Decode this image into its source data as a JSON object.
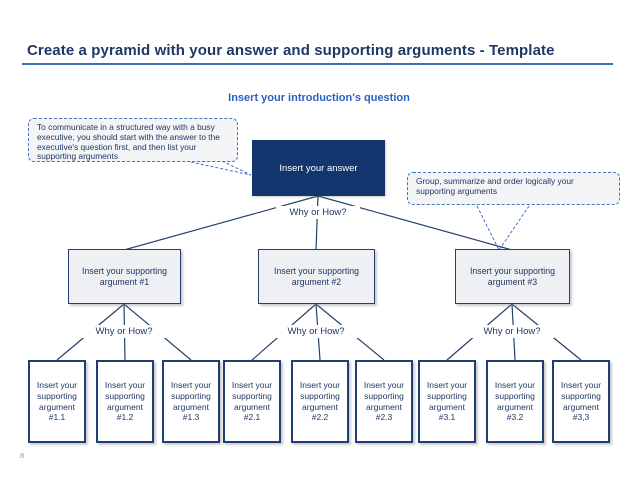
{
  "slide": {
    "title": "Create a pyramid with your answer and supporting arguments - Template",
    "subtitle": "Insert your introduction's question",
    "page_number": "8"
  },
  "callouts": {
    "left_note": "To communicate in a structured way with a busy executive, you should start with the answer to the executive's question first, and then list your supporting arguments",
    "right_note": "Group, summarize and order logically your supporting arguments"
  },
  "pyramid": {
    "answer_label": "Insert your answer",
    "why_or_how_label": "Why or How?",
    "tier2": [
      {
        "label": "Insert your supporting argument #1"
      },
      {
        "label": "Insert your supporting argument #2"
      },
      {
        "label": "Insert your supporting argument #3"
      }
    ],
    "tier3": [
      {
        "label": "Insert your supporting argument #1.1"
      },
      {
        "label": "Insert your supporting argument #1.2"
      },
      {
        "label": "Insert your supporting argument #1.3"
      },
      {
        "label": "Insert your supporting argument #2.1"
      },
      {
        "label": "Insert your supporting argument #2.2"
      },
      {
        "label": "Insert your supporting argument #2.3"
      },
      {
        "label": "Insert your supporting argument #3.1"
      },
      {
        "label": "Insert your supporting argument #3.2"
      },
      {
        "label": "Insert your supporting argument #3,3"
      }
    ]
  },
  "colors": {
    "title_navy": "#1F3864",
    "rule_blue": "#3D6BBF",
    "subtitle_blue": "#2E5FC4",
    "answer_fill": "#12366D",
    "connector_navy": "#24406E",
    "tier2_fill": "#EEF0F3",
    "callout_border_blue": "#4472C4",
    "callout_fill": "#F3F4F5",
    "page_number_gray": "#979797"
  }
}
